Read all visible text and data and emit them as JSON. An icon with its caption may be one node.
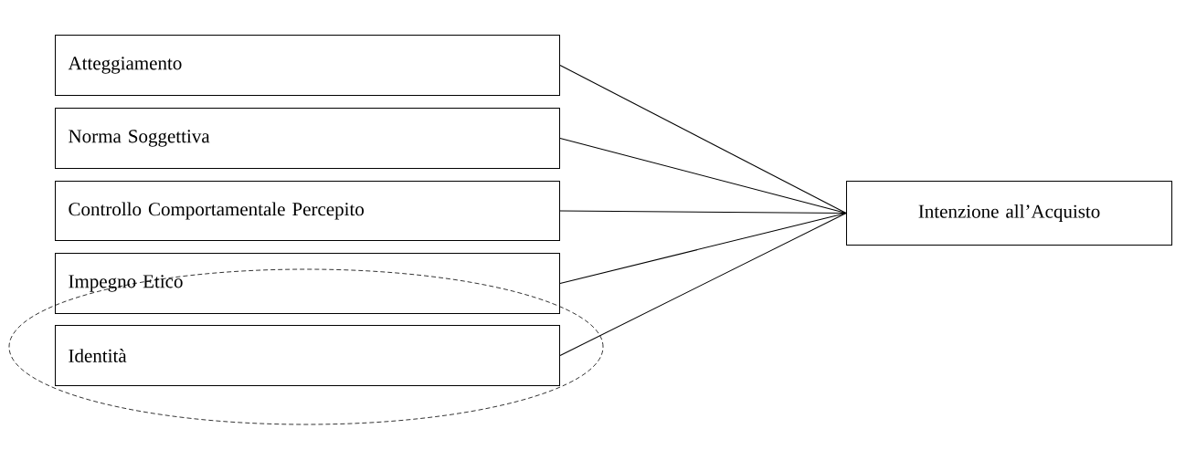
{
  "diagram": {
    "nodes": [
      {
        "text": [
          "Atteggiamento"
        ]
      },
      {
        "text": [
          "Norma Soggettiva"
        ]
      },
      {
        "text": [
          "Controllo Comportamentale Percepito"
        ]
      },
      {
        "text": [
          "Impegno Etico"
        ]
      },
      {
        "text": [],
        "shape": "ellipse"
      },
      {
        "text": [
          "Identità"
        ],
        "in": 4
      },
      {
        "text": [
          "Intenzione all’Acquisto"
        ]
      }
    ],
    "edges": [
      {
        "from": 0,
        "to": 6,
        "arrow": "none"
      },
      {
        "from": 1,
        "to": 6,
        "arrow": "none"
      },
      {
        "from": 2,
        "to": 6,
        "arrow": "none"
      },
      {
        "from": 3,
        "to": 6,
        "arrow": "none"
      },
      {
        "from": 5,
        "to": 6,
        "arrow": "none"
      }
    ]
  }
}
